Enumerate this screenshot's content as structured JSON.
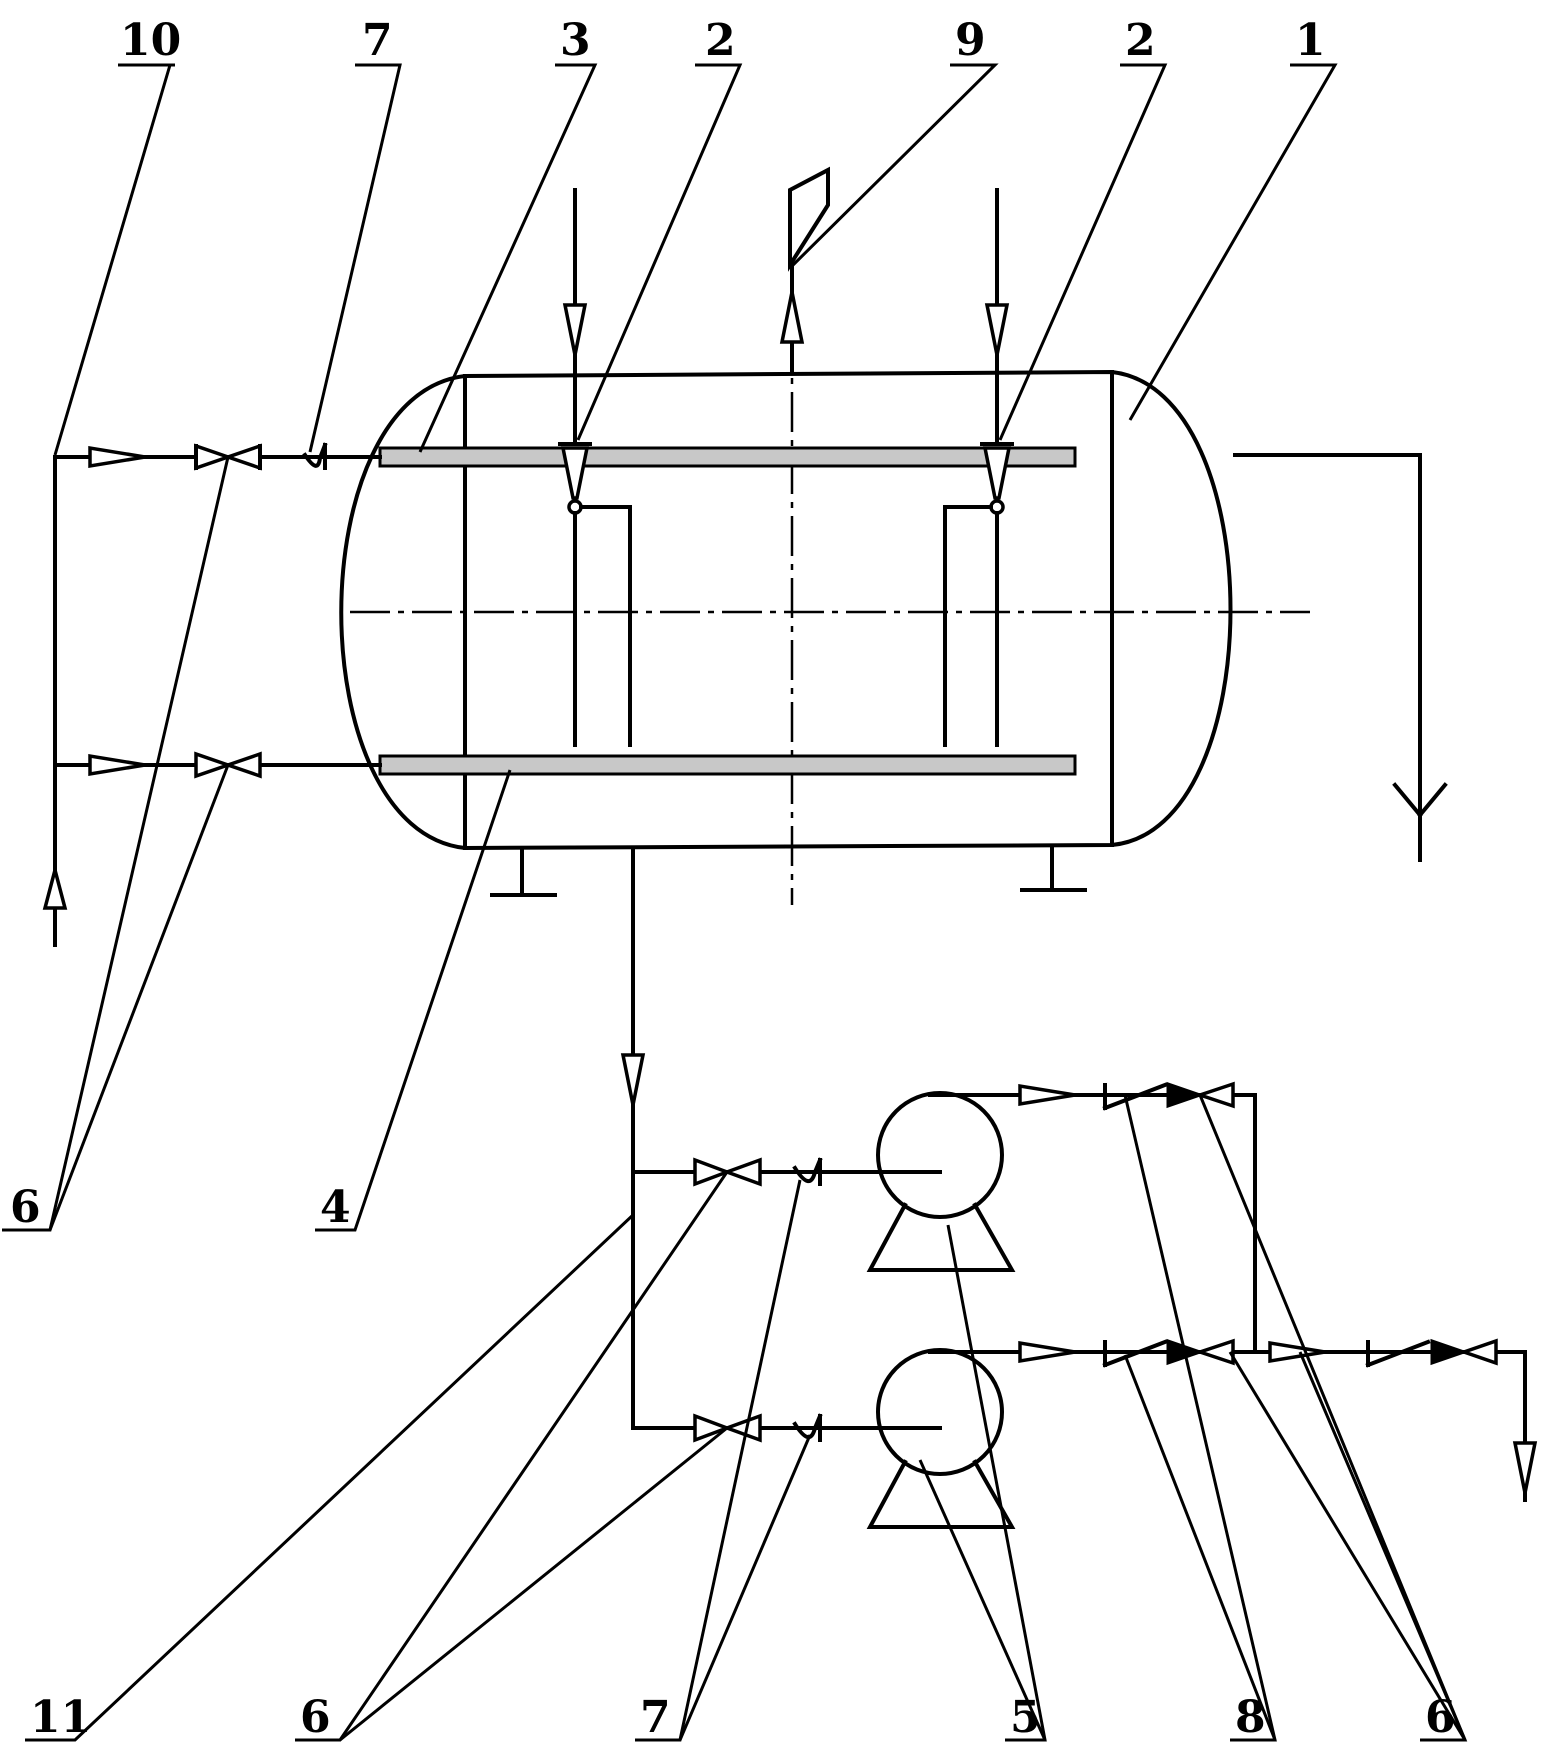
{
  "labels": {
    "l1": "1",
    "l2a": "2",
    "l2b": "2",
    "l3": "3",
    "l4": "4",
    "l5": "5",
    "l6a": "6",
    "l6b": "6",
    "l6c": "6",
    "l7a": "7",
    "l7b": "7",
    "l8": "8",
    "l9": "9",
    "l10": "10",
    "l11": "11"
  }
}
